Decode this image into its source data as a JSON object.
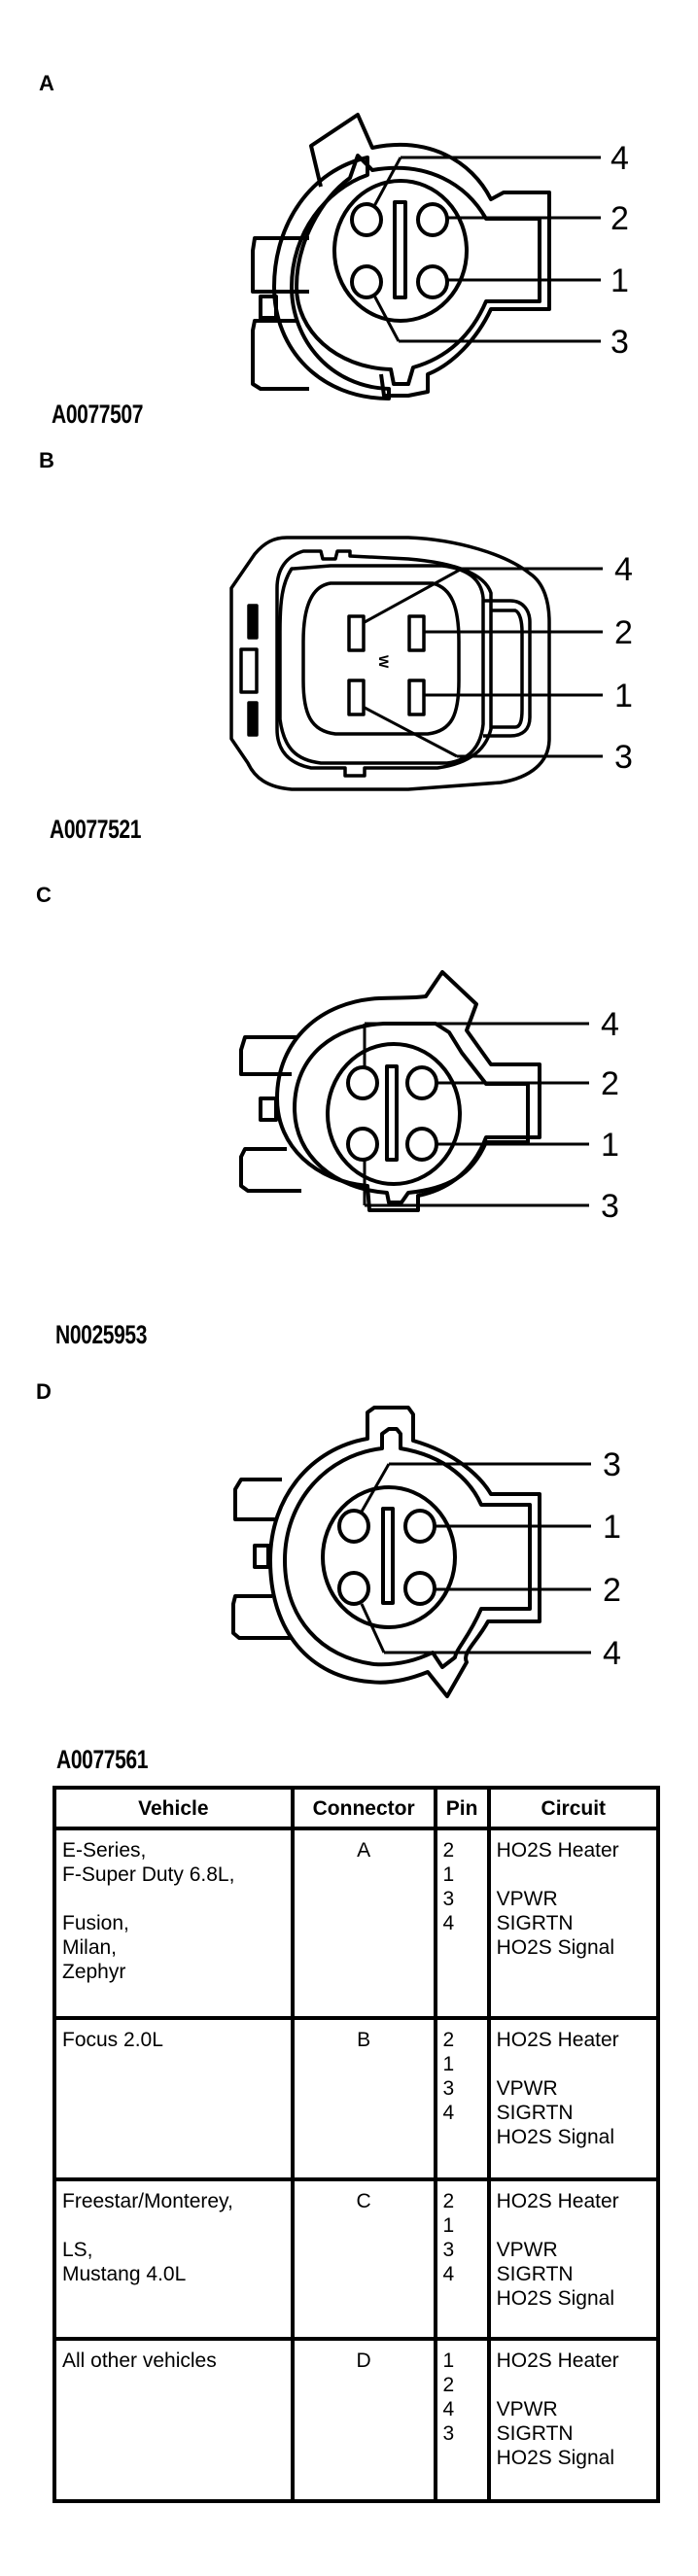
{
  "sections": [
    {
      "letter": "A",
      "figure_id": "A0077507",
      "callouts": [
        "4",
        "2",
        "1",
        "3"
      ]
    },
    {
      "letter": "B",
      "figure_id": "A0077521",
      "callouts": [
        "4",
        "2",
        "1",
        "3"
      ],
      "keying_mark": "W"
    },
    {
      "letter": "C",
      "figure_id": "N0025953",
      "callouts": [
        "4",
        "2",
        "1",
        "3"
      ]
    },
    {
      "letter": "D",
      "figure_id": "A0077561",
      "callouts": [
        "3",
        "1",
        "2",
        "4"
      ]
    }
  ],
  "table": {
    "headers": [
      "Vehicle",
      "Connector",
      "Pin",
      "Circuit"
    ],
    "rows": [
      {
        "vehicle": [
          "E-Series,",
          "F-Super Duty 6.8L,",
          "",
          "Fusion,",
          "Milan,",
          "Zephyr"
        ],
        "connector": "A",
        "pins": [
          "2",
          "1",
          "3",
          "4"
        ],
        "circuits": [
          "HO2S Heater",
          "",
          "VPWR",
          "SIGRTN",
          "HO2S Signal"
        ]
      },
      {
        "vehicle": [
          "Focus 2.0L"
        ],
        "connector": "B",
        "pins": [
          "2",
          "1",
          "3",
          "4"
        ],
        "circuits": [
          "HO2S Heater",
          "",
          "VPWR",
          "SIGRTN",
          "HO2S Signal"
        ]
      },
      {
        "vehicle": [
          "Freestar/Monterey,",
          "",
          "LS,",
          "Mustang 4.0L"
        ],
        "connector": "C",
        "pins": [
          "2",
          "1",
          "3",
          "4"
        ],
        "circuits": [
          "HO2S Heater",
          "",
          "VPWR",
          "SIGRTN",
          "HO2S Signal"
        ]
      },
      {
        "vehicle": [
          "All other vehicles"
        ],
        "connector": "D",
        "pins": [
          "1",
          "2",
          "4",
          "3"
        ],
        "circuits": [
          "HO2S Heater",
          "",
          "VPWR",
          "SIGRTN",
          "HO2S Signal"
        ]
      }
    ]
  }
}
